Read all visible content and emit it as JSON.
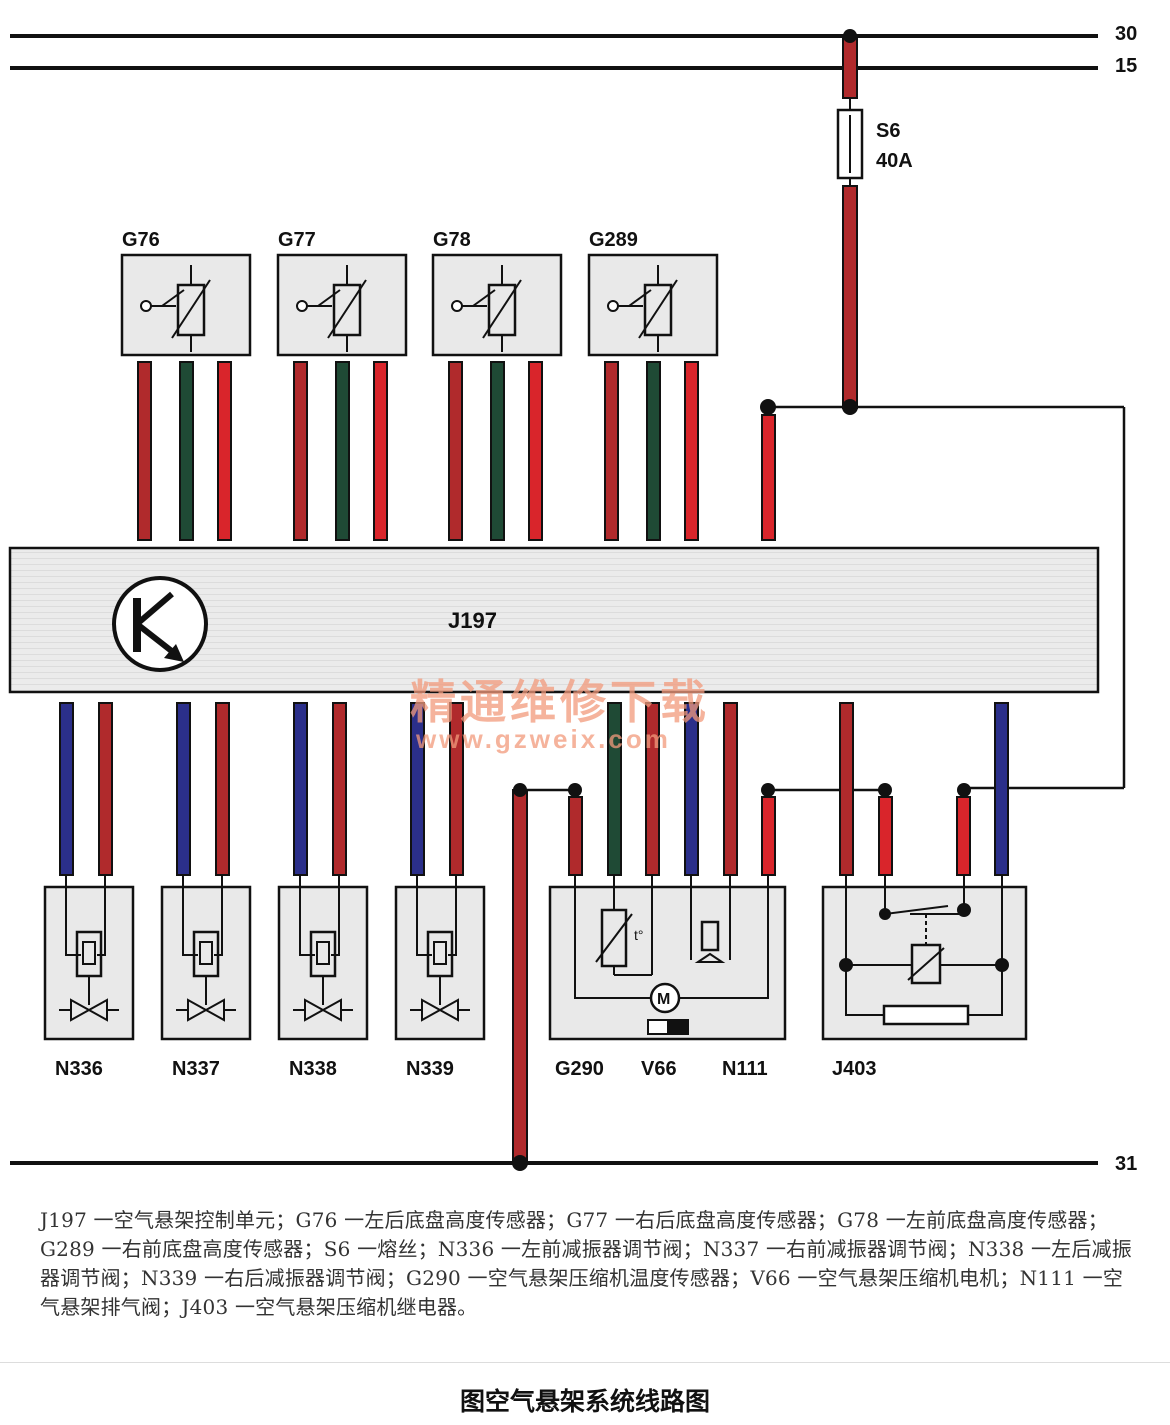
{
  "rails": {
    "r30": "30",
    "r15": "15",
    "r31": "31"
  },
  "fuse": {
    "name": "S6",
    "rating": "40A"
  },
  "control_unit": {
    "name": "J197"
  },
  "sensors": [
    "G76",
    "G77",
    "G78",
    "G289"
  ],
  "valves": [
    "N336",
    "N337",
    "N338",
    "N339"
  ],
  "compressor_group": {
    "g290": "G290",
    "v66": "V66",
    "n111": "N111"
  },
  "relay": {
    "name": "J403"
  },
  "watermark": {
    "text": "精通维修下载",
    "url": "www.gzweix.com"
  },
  "legend": "J197 一空气悬架控制单元；G76 一左后底盘高度传感器；G77 一右后底盘高度传感器；G78 一左前底盘高度传感器；G289 一右前底盘高度传感器；S6 一熔丝；N336 一左前减振器调节阀；N337 一右前减振器调节阀；N338 一左后减振器调节阀；N339 一右后减振器调节阀；G290 一空气悬架压缩机温度传感器；V66 一空气悬架压缩机电机；N111 一空气悬架排气阀；J403 一空气悬架压缩机继电器。",
  "caption": "图空气悬架系统线路图",
  "colors": {
    "red": "#b02a2c",
    "bright_red": "#d9252b",
    "green": "#1f4a35",
    "blue": "#2b2f8a",
    "box": "#e9e9e9"
  }
}
